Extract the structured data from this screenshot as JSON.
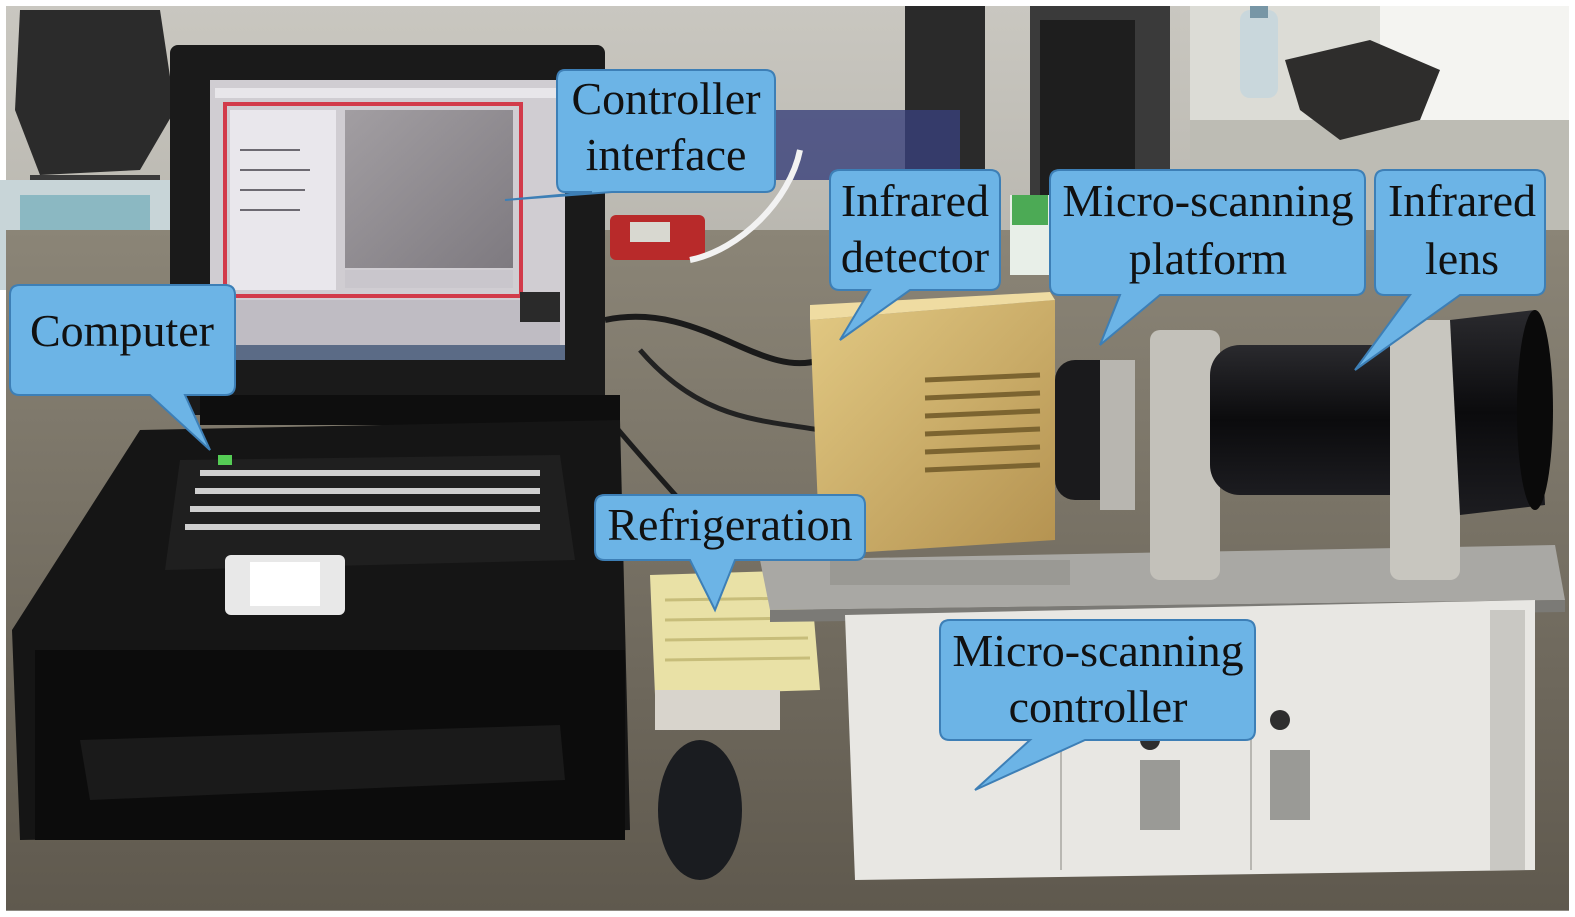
{
  "colors": {
    "callout_fill": "#6CB4E6",
    "callout_stroke": "#3D7FB6",
    "callout_text": "#111111",
    "background": "#FFFFFF"
  },
  "callouts": {
    "controller_interface": {
      "lines": [
        "Controller",
        "interface"
      ]
    },
    "computer": {
      "lines": [
        "Computer"
      ]
    },
    "infrared_detector": {
      "lines": [
        "Infrared",
        "detector"
      ]
    },
    "micro_scanning_platform": {
      "lines": [
        "Micro-scanning",
        "platform"
      ]
    },
    "infrared_lens": {
      "lines": [
        "Infrared",
        "lens"
      ]
    },
    "refrigeration": {
      "lines": [
        "Refrigeration"
      ]
    },
    "micro_scanning_controller": {
      "lines": [
        "Micro-scanning",
        "controller"
      ]
    }
  },
  "photo_objects": [
    "laptop-computer",
    "infrared-detector",
    "micro-scanning-platform",
    "infrared-lens",
    "refrigeration-unit",
    "micro-scanning-controller",
    "computer-mouse",
    "multimeter",
    "office-chair",
    "water-bottle"
  ]
}
